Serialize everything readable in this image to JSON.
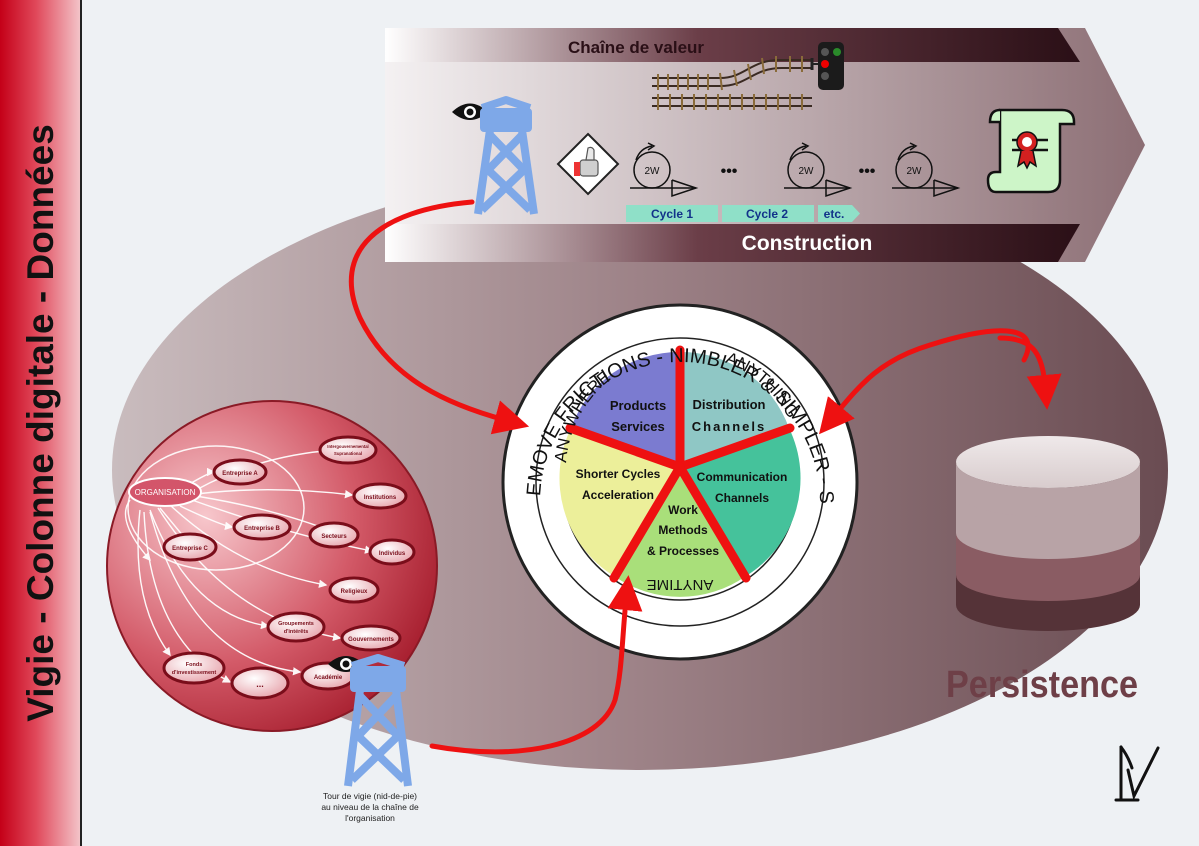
{
  "side_title": "Vigie - Colonne digitale - Données",
  "value_chain": {
    "title": "Chaîne de valeur",
    "footer": "Construction",
    "cycle_badges": [
      "2W",
      "2W",
      "2W"
    ],
    "ellipsis": "•••",
    "cycles": [
      "Cycle 1",
      "Cycle 2",
      "etc."
    ]
  },
  "wheel": {
    "outer_ring_text": "REMOVE FRICTIONS - NIMBLER & SIMPLER - SUPERIOR UX - END-TO-END",
    "inner_ring": {
      "top_left": "ANYWHERE",
      "top_right": "ANYTHING",
      "bottom": "ANYTIME"
    },
    "segments": [
      {
        "label_1": "Products",
        "label_2": "Services"
      },
      {
        "label_1": "Distribution",
        "label_2": "Channels"
      },
      {
        "label_1": "Communication",
        "label_2": "Channels"
      },
      {
        "label_1": "Work",
        "label_2": "Methods",
        "label_3": "& Processes"
      },
      {
        "label_1": "Shorter Cycles",
        "label_2": "Acceleration"
      }
    ]
  },
  "ecosystem": {
    "nodes": {
      "organisation": "ORGANISATION",
      "entreprise_a": "Entreprise A",
      "entreprise_b": "Entreprise B",
      "entreprise_c": "Entreprise C",
      "intergov_1": "Intergouvernemental",
      "intergov_2": "Supranational",
      "institutions": "Institutions",
      "secteurs": "Secteurs",
      "individus": "Individus",
      "religieux": "Religieux",
      "groupements_1": "Groupements",
      "groupements_2": "d'intérêts",
      "gouvernements": "Gouvernements",
      "fonds_1": "Fonds",
      "fonds_2": "d'investissement",
      "more": "...",
      "academie": "Académie"
    }
  },
  "tower_caption": {
    "line1": "Tour de vigie (nid-de-pie)",
    "line2": "au niveau de la chaîne de",
    "line3": "l'organisation"
  },
  "persistence_label": "Persistence",
  "colors": {
    "arrow_red": "#ee1111",
    "banner_red": "#c40018",
    "dark_maroon": "#3a1a22",
    "tower_blue": "#7ea8e8",
    "seg_products": "#7b7bd0",
    "seg_distribution": "#8fc7c5",
    "seg_communication": "#45c29b",
    "seg_work": "#a9df7a",
    "seg_shorter": "#ecef9a",
    "cycle_bar": "#8fe0c8"
  }
}
